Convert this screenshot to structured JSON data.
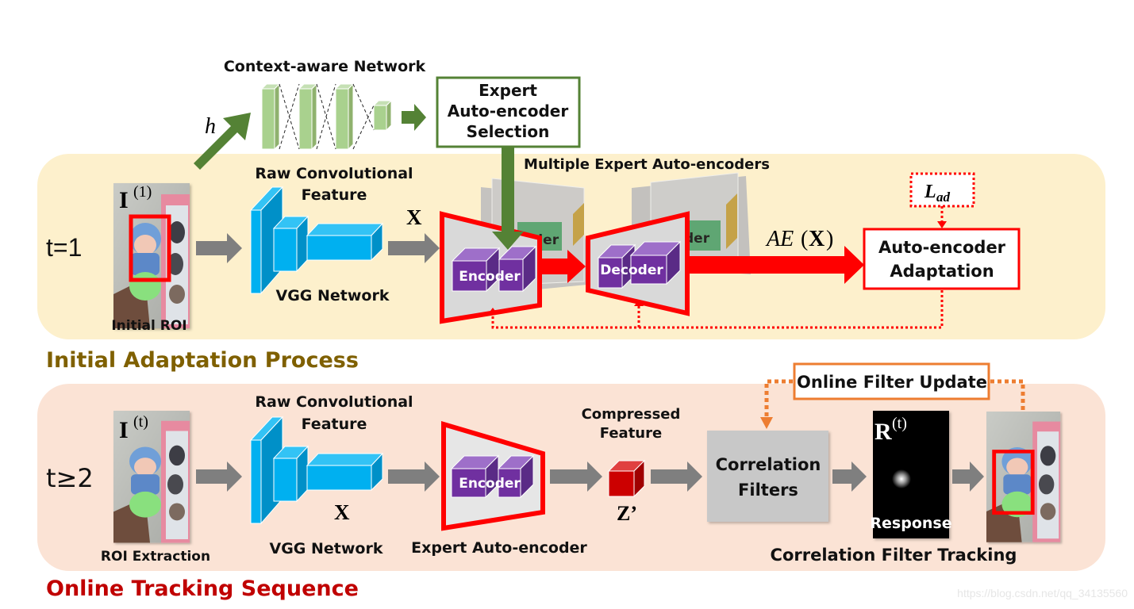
{
  "colors": {
    "panel_initial": "#fdf0cc",
    "panel_online": "#fbe3d5",
    "green": "#548235",
    "red": "#ff0000",
    "orange": "#ed7d31",
    "vgg_blue": "#00b0f0",
    "purple": "#7030a0",
    "gray_arrow": "#7f7f7f",
    "title_initial": "#7f6000",
    "title_online": "#c00000"
  },
  "top": {
    "context_network_label": "Context-aware Network",
    "h_symbol": "h",
    "expert_selection_lines": [
      "Expert",
      "Auto-encoder",
      "Selection"
    ]
  },
  "initial_panel": {
    "time_label": "t=1",
    "image_symbol": "I",
    "image_superscript": "(1)",
    "image_caption": "Initial ROI",
    "vgg_top_label_lines": [
      "Raw Convolutional",
      "Feature"
    ],
    "vgg_caption": "VGG Network",
    "x_symbol": "X",
    "multi_ae_label": "Multiple Expert Auto-encoders",
    "encoder_label": "Encoder",
    "decoder_label": "Decoder",
    "ghost_encoder_text": "der",
    "ghost_decoder_text": "der",
    "ae_output_label": "AE(X)",
    "ae_output_prefix": "AE",
    "ae_output_arg": "X",
    "loss_symbol": "L",
    "loss_subscript": "ad",
    "adaptation_lines": [
      "Auto-encoder",
      "Adaptation"
    ],
    "section_title": "Initial Adaptation Process"
  },
  "online_panel": {
    "time_label": "t≥2",
    "image_symbol": "I",
    "image_superscript": "(t)",
    "image_caption": "ROI Extraction",
    "vgg_top_label_lines": [
      "Raw Convolutional",
      "Feature"
    ],
    "vgg_caption": "VGG Network",
    "x_symbol": "X",
    "encoder_label": "Encoder",
    "expert_ae_caption": "Expert Auto-encoder",
    "compressed_label_lines": [
      "Compressed",
      "Feature"
    ],
    "z_symbol": "Z’",
    "cf_lines": [
      "Correlation",
      "Filters"
    ],
    "response_symbol": "R",
    "response_superscript": "(t)",
    "response_label": "Response",
    "online_update_label": "Online Filter Update",
    "cf_tracking_caption": "Correlation Filter Tracking",
    "section_title": "Online Tracking Sequence"
  },
  "watermark": "https://blog.csdn.net/qq_34135560"
}
